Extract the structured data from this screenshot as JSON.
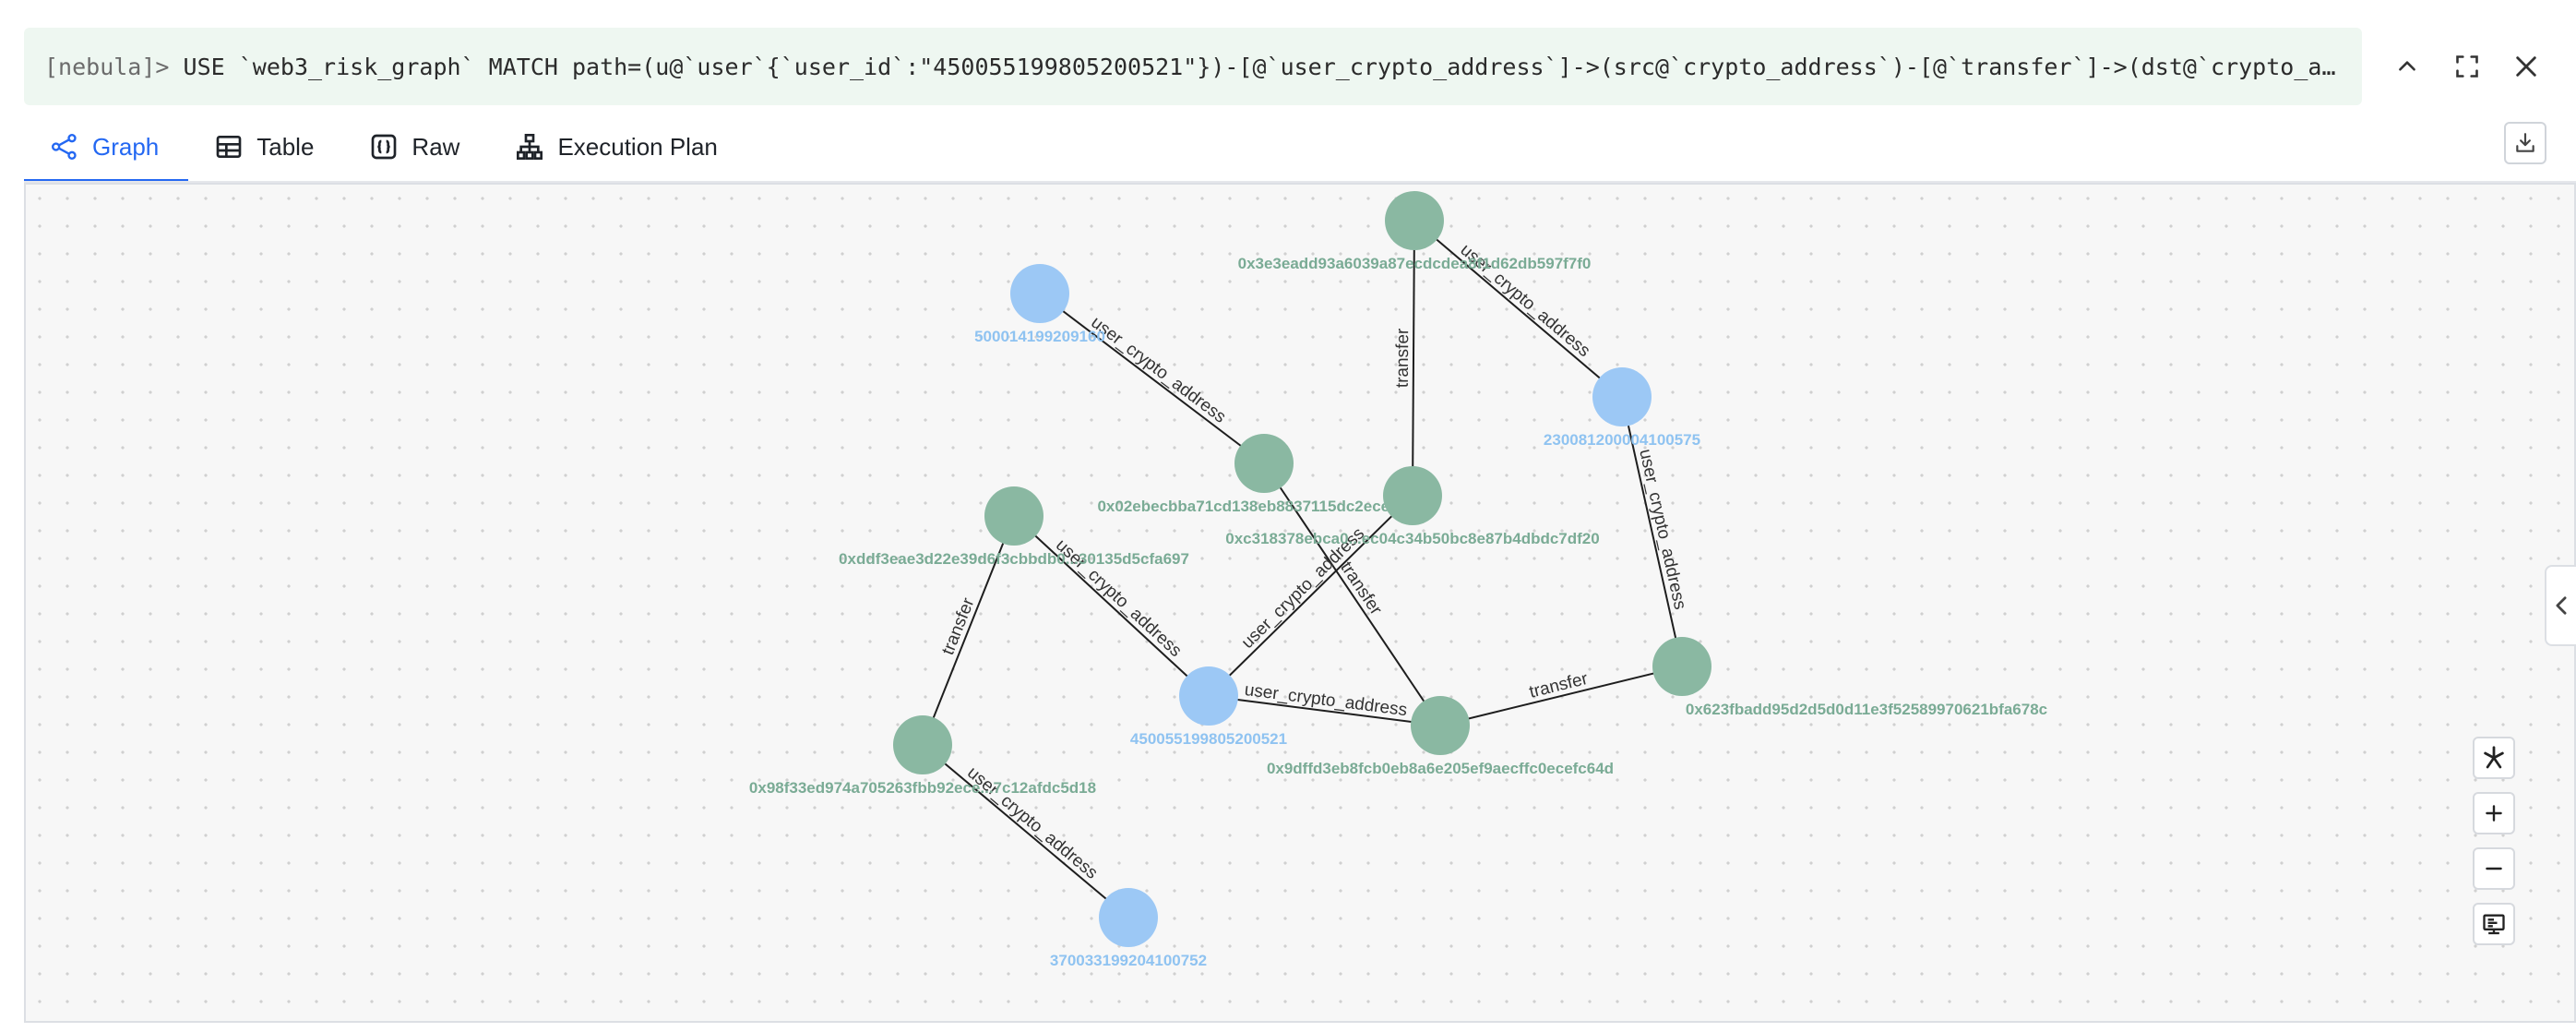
{
  "query": {
    "prompt": "[nebula]>",
    "text": "USE `web3_risk_graph` MATCH path=(u@`user`{`user_id`:\"450055199805200521\"})-[@`user_crypto_address`]->(src@`crypto_address`)-[@`transfer`]->(dst@`crypto_address`…"
  },
  "window_icons": [
    "chevron-up-icon",
    "fullscreen-icon",
    "close-icon"
  ],
  "tabs": [
    {
      "label": "Graph",
      "icon": "graph-icon",
      "active": true
    },
    {
      "label": "Table",
      "icon": "table-icon",
      "active": false
    },
    {
      "label": "Raw",
      "icon": "braces-icon",
      "active": false
    },
    {
      "label": "Execution Plan",
      "icon": "hierarchy-icon",
      "active": false
    }
  ],
  "colors": {
    "user_node": "#9cc8f5",
    "address_node": "#8ab8a2",
    "user_label": "#8fc3f1",
    "address_label": "#7aab95",
    "accent": "#2468f2"
  },
  "graph": {
    "nodes": [
      {
        "id": "u1",
        "label": "500014199209160",
        "type": "user"
      },
      {
        "id": "u2",
        "label": "230081200004100575",
        "type": "user"
      },
      {
        "id": "u3",
        "label": "450055199805200521",
        "type": "user"
      },
      {
        "id": "u4",
        "label": "370033199204100752",
        "type": "user"
      },
      {
        "id": "a1",
        "label": "0x3e3eadd93a6039a87ecdcdea8f1d62db597f7f0",
        "type": "address"
      },
      {
        "id": "a2",
        "label": "0x02ebecbba71cd138eb8837115dc2eced...d7",
        "type": "address"
      },
      {
        "id": "a3",
        "label": "0xc318378ebca0...ec04c34b50bc8e87b4dbdc7df20",
        "type": "address"
      },
      {
        "id": "a4",
        "label": "0xddf3eae3d22e39d6f3cbbdb0...30135d5cfa697",
        "type": "address"
      },
      {
        "id": "a5",
        "label": "0x623fbadd95d2d5d0d11e3f52589970621bfa678c",
        "type": "address"
      },
      {
        "id": "a6",
        "label": "0x9dffd3eb8fcb0eb8a6e205ef9aecffc0ecefc64d",
        "type": "address"
      },
      {
        "id": "a7",
        "label": "0x98f33ed974a705263fbb92ece...7c12afdc5d18",
        "type": "address"
      }
    ],
    "edges": [
      {
        "from": "u1",
        "to": "a2",
        "label": "user_crypto_address"
      },
      {
        "from": "a1",
        "to": "u2",
        "label": "user_crypto_address"
      },
      {
        "from": "a1",
        "to": "a3",
        "label": "transfer"
      },
      {
        "from": "u2",
        "to": "a5",
        "label": "user_crypto_address"
      },
      {
        "from": "a2",
        "to": "a6",
        "label": "transfer"
      },
      {
        "from": "a4",
        "to": "u3",
        "label": "user_crypto_address"
      },
      {
        "from": "u3",
        "to": "a3",
        "label": "user_crypto_address"
      },
      {
        "from": "u3",
        "to": "a6",
        "label": "user_crypto_address"
      },
      {
        "from": "a6",
        "to": "a5",
        "label": "transfer"
      },
      {
        "from": "a7",
        "to": "a4",
        "label": "transfer"
      },
      {
        "from": "a7",
        "to": "u4",
        "label": "user_crypto_address"
      }
    ]
  },
  "canvas_controls": [
    "reset-layout-icon",
    "zoom-in-icon",
    "zoom-out-icon",
    "display-settings-icon"
  ]
}
